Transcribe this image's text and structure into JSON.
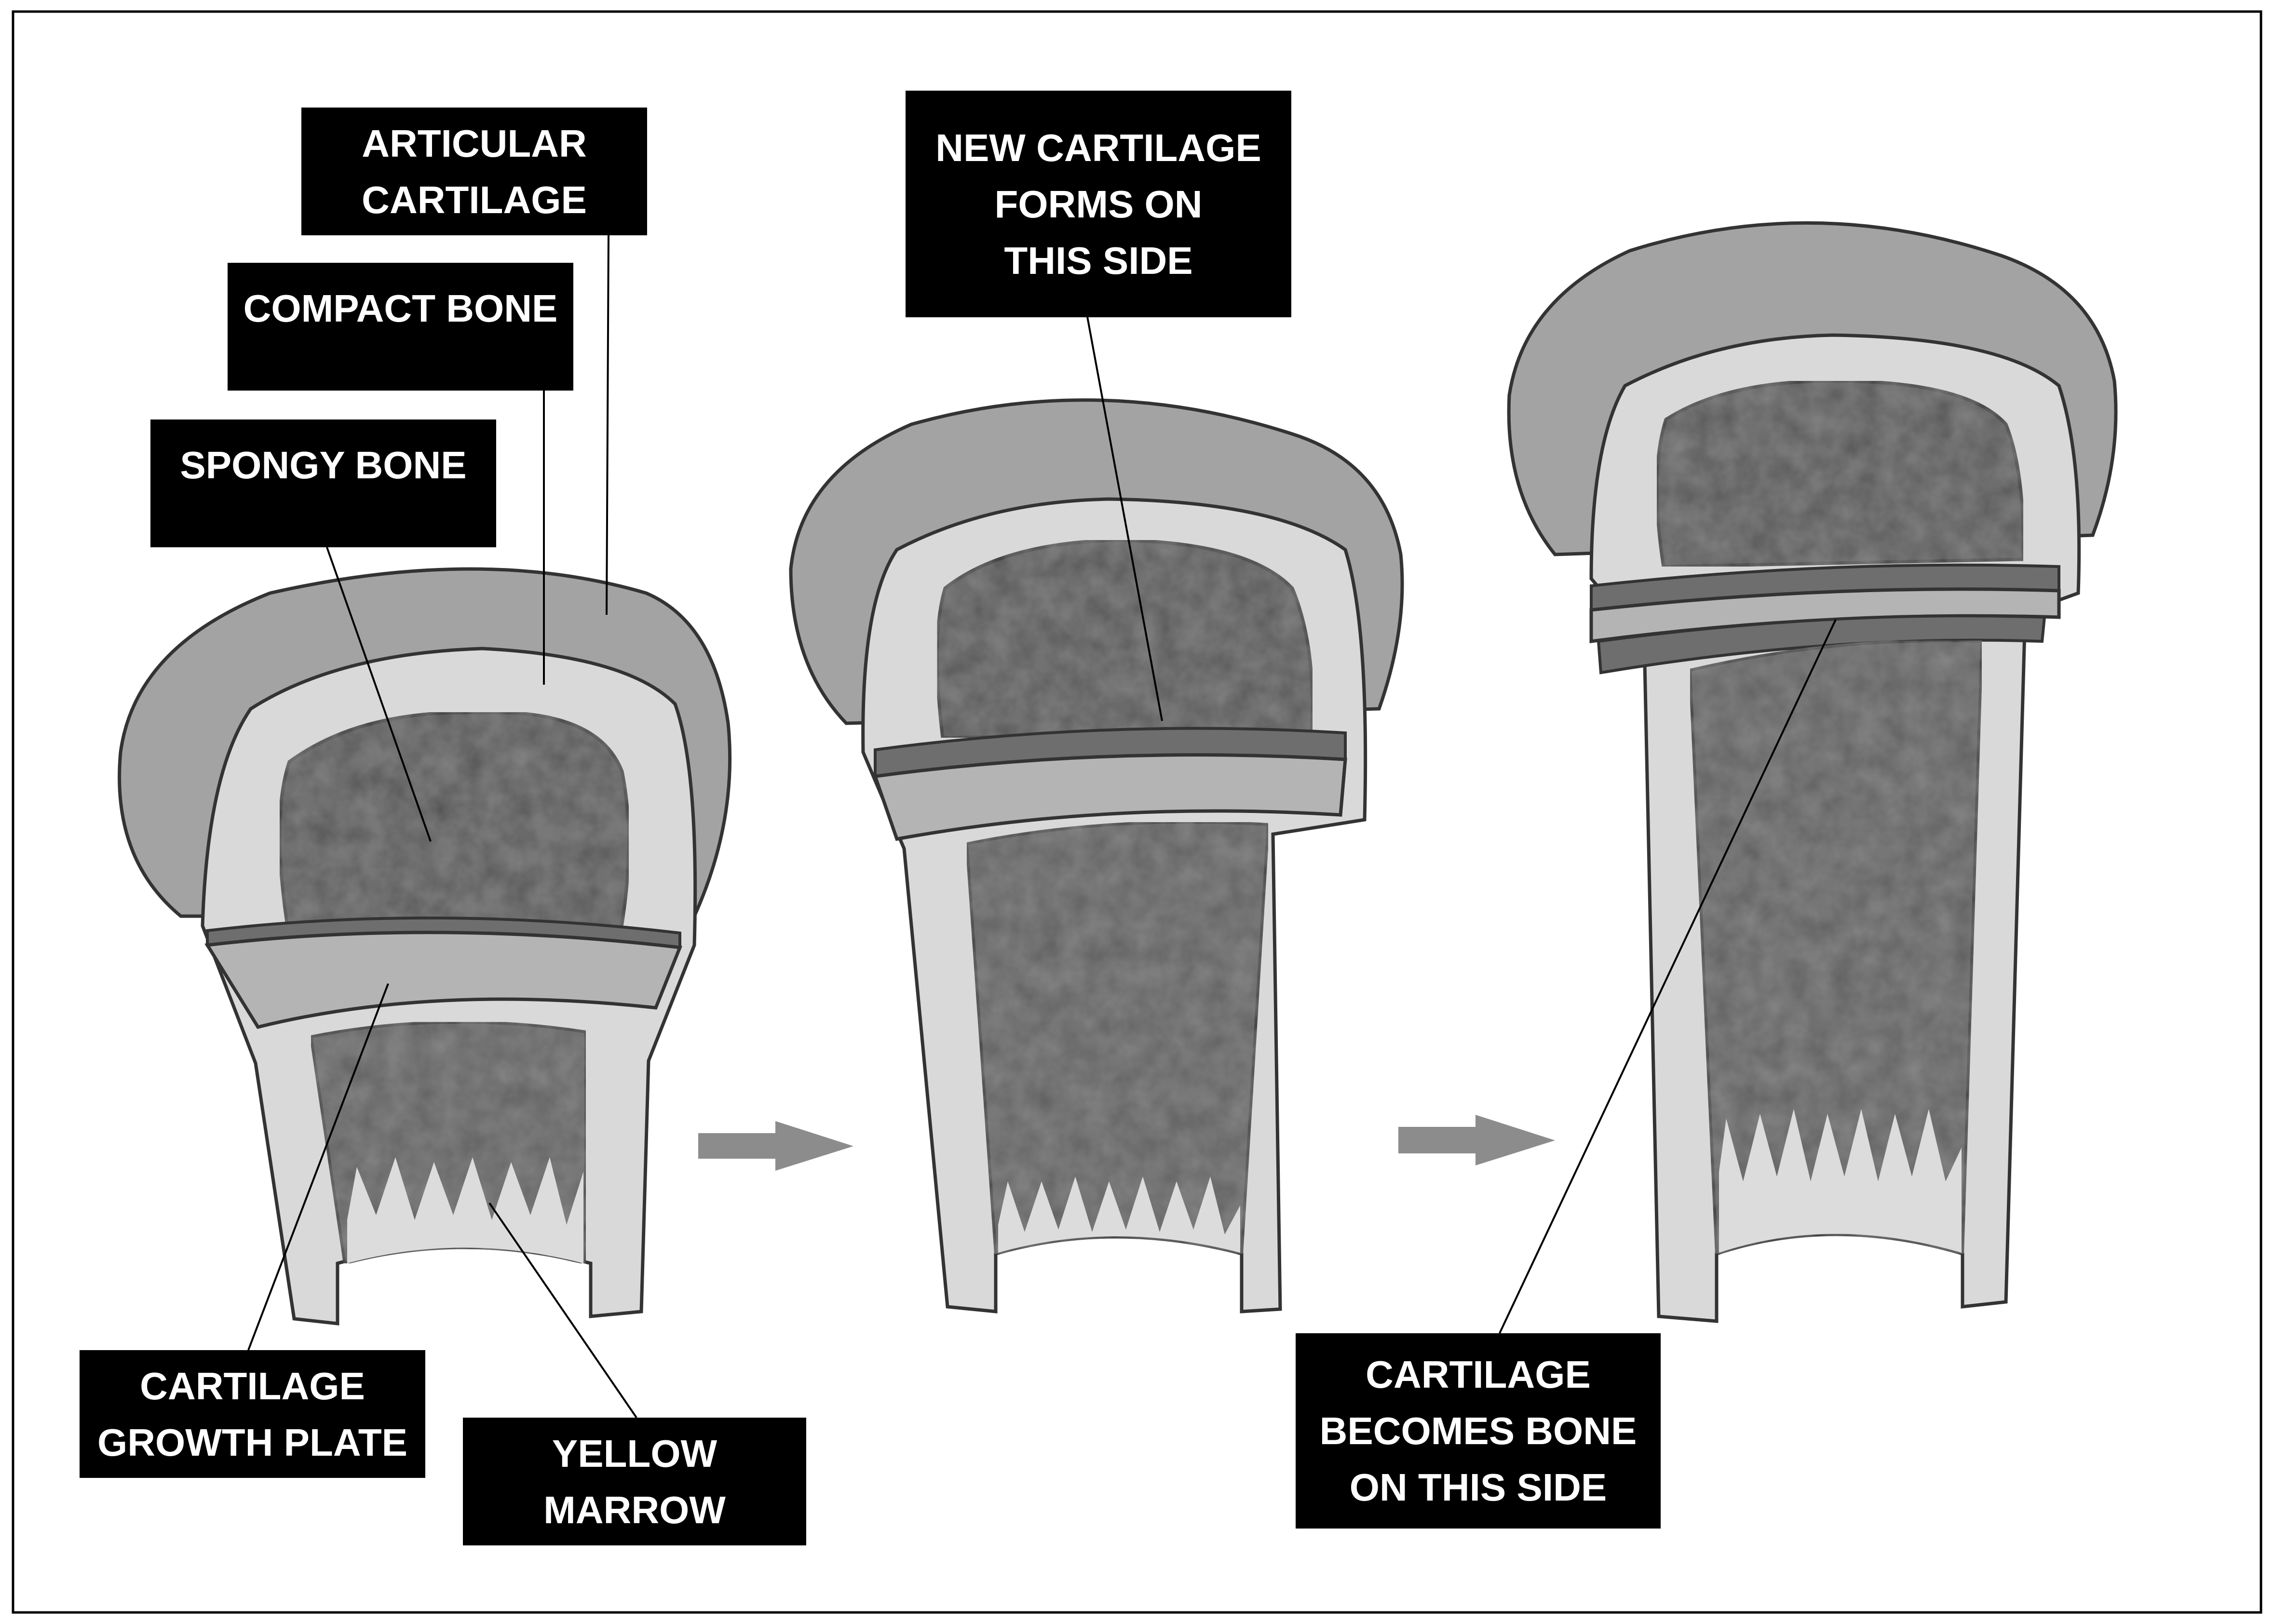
{
  "colors": {
    "frame": "#000000",
    "label_bg": "#000000",
    "label_text": "#ffffff",
    "cartilage_gray": "#a3a3a3",
    "compact_bone": "#d9d9d9",
    "spongy_bone": "#555555",
    "growth_plate_light": "#b4b4b4",
    "growth_plate_dark": "#6e6e6e",
    "yellow_marrow": "#dcdcdc",
    "arrow": "#8c8c8c",
    "outline": "#333333"
  },
  "labels": {
    "articular_cartilage": [
      "ARTICULAR",
      "CARTILAGE"
    ],
    "compact_bone": [
      "COMPACT BONE"
    ],
    "spongy_bone": [
      "SPONGY BONE"
    ],
    "growth_plate": [
      "CARTILAGE",
      "GROWTH PLATE"
    ],
    "yellow_marrow": [
      "YELLOW",
      "MARROW"
    ],
    "new_cartilage": [
      "NEW CARTILAGE",
      "FORMS ON",
      "THIS SIDE"
    ],
    "becomes_bone": [
      "CARTILAGE",
      "BECOMES BONE",
      "ON THIS SIDE"
    ]
  },
  "stages": [
    {
      "name": "stage-1"
    },
    {
      "name": "stage-2"
    },
    {
      "name": "stage-3"
    }
  ],
  "arrows": [
    {
      "name": "arrow-stage-1-to-2"
    },
    {
      "name": "arrow-stage-2-to-3"
    }
  ]
}
